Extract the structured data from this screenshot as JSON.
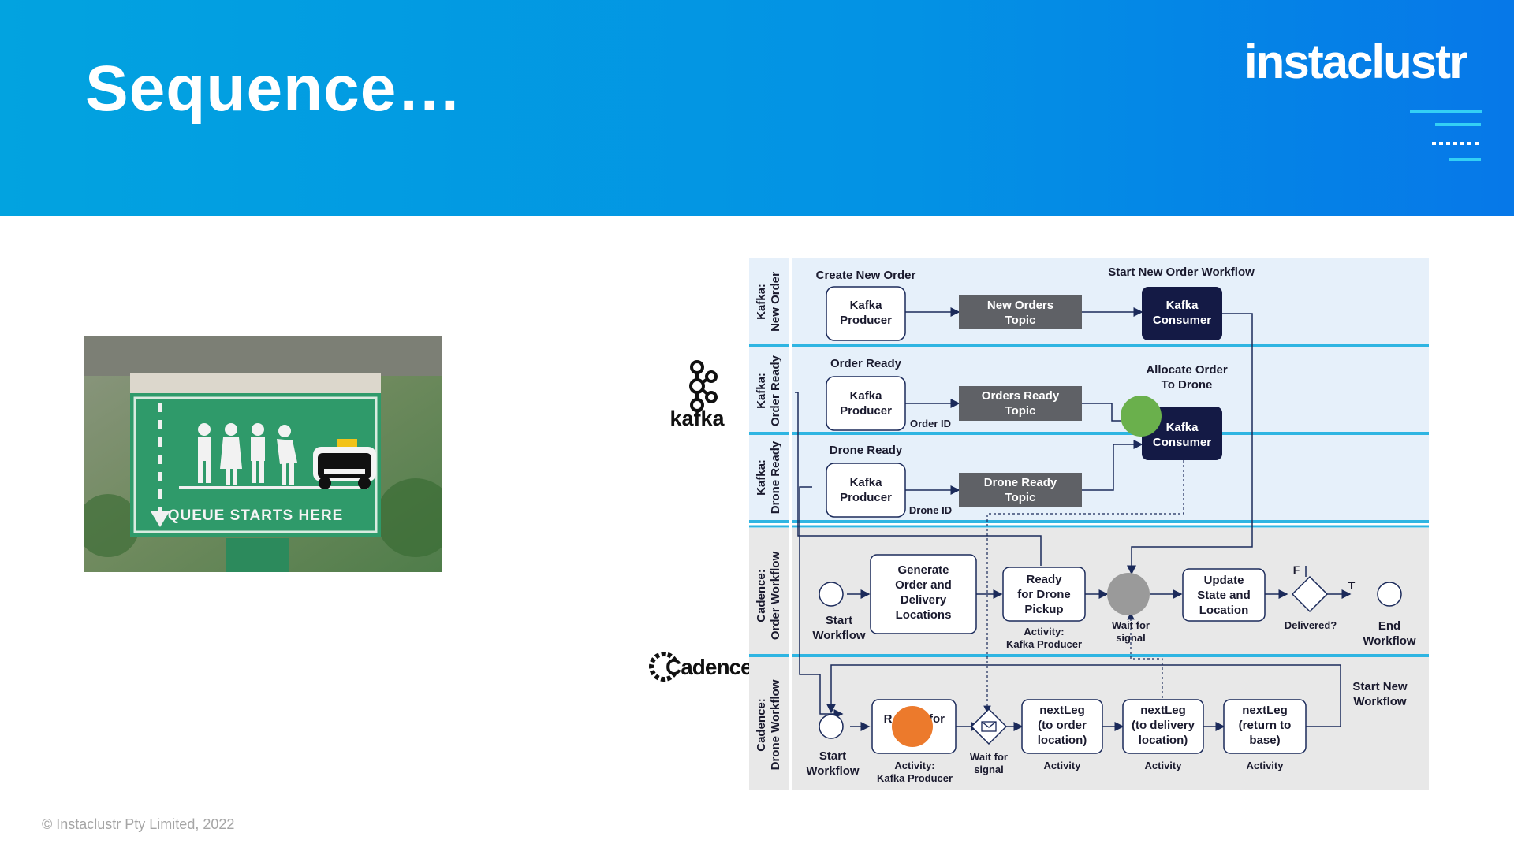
{
  "slide": {
    "title": "Sequence…",
    "brand": "instaclustr",
    "footer": "© Instaclustr Pty Limited, 2022"
  },
  "photo": {
    "sign_text": "QUEUE STARTS HERE"
  },
  "logos": {
    "kafka": "kafka",
    "cadence": "Cadence"
  },
  "lanes": [
    {
      "label1": "Kafka:",
      "label2": "New Order"
    },
    {
      "label1": "Kafka:",
      "label2": "Order Ready"
    },
    {
      "label1": "Kafka:",
      "label2": "Drone Ready"
    },
    {
      "label1": "Cadence:",
      "label2": "Order Workflow"
    },
    {
      "label1": "Cadence:",
      "label2": "Drone Workflow"
    }
  ],
  "lane1": {
    "create_title": "Create New Order",
    "start_title": "Start New Order Workflow",
    "producer": [
      "Kafka",
      "Producer"
    ],
    "topic": [
      "New Orders",
      "Topic"
    ],
    "consumer": [
      "Kafka",
      "Consumer"
    ]
  },
  "lane2": {
    "title": "Order Ready",
    "allocate": [
      "Allocate Order",
      "To Drone"
    ],
    "producer": [
      "Kafka",
      "Producer"
    ],
    "topic": [
      "Orders Ready",
      "Topic"
    ],
    "edge_label": "Order ID",
    "consumer": [
      "Kafka",
      "Consumer"
    ]
  },
  "lane3": {
    "title": "Drone Ready",
    "producer": [
      "Kafka",
      "Producer"
    ],
    "topic": [
      "Drone Ready",
      "Topic"
    ],
    "edge_label": "Drone ID"
  },
  "lane4": {
    "start": [
      "Start",
      "Workflow"
    ],
    "generate": [
      "Generate",
      "Order and",
      "Delivery",
      "Locations"
    ],
    "ready": [
      "Ready",
      "for Drone",
      "Pickup"
    ],
    "ready_caption": [
      "Activity:",
      "Kafka Producer"
    ],
    "wait": [
      "Wait for",
      "signal"
    ],
    "update": [
      "Update",
      "State and",
      "Location"
    ],
    "f": "F",
    "t": "T",
    "delivered": "Delivered?",
    "end": [
      "End",
      "Workflow"
    ]
  },
  "lane5": {
    "start": [
      "Start",
      "Workflow"
    ],
    "ready_frag_left": "R",
    "ready_frag_right": "for",
    "ready_caption": [
      "Activity:",
      "Kafka Producer"
    ],
    "wait": [
      "Wait for",
      "signal"
    ],
    "leg1": [
      "nextLeg",
      "(to order",
      "location)"
    ],
    "leg2": [
      "nextLeg",
      "(to delivery",
      "location)"
    ],
    "leg3": [
      "nextLeg",
      "(return to",
      "base)"
    ],
    "activity": "Activity",
    "restart": [
      "Start New",
      "Workflow"
    ]
  },
  "colors": {
    "header_blue": "#0392e4",
    "lane_light": "#e6f0fa",
    "lane_grey": "#e8e8e8",
    "divider": "#2fb5e2",
    "topic_grey": "#5f6166",
    "consumer_navy": "#141a45",
    "green_marker": "#6ab04c",
    "orange_marker": "#ec7a2c",
    "grey_marker": "#9a9a9a"
  }
}
